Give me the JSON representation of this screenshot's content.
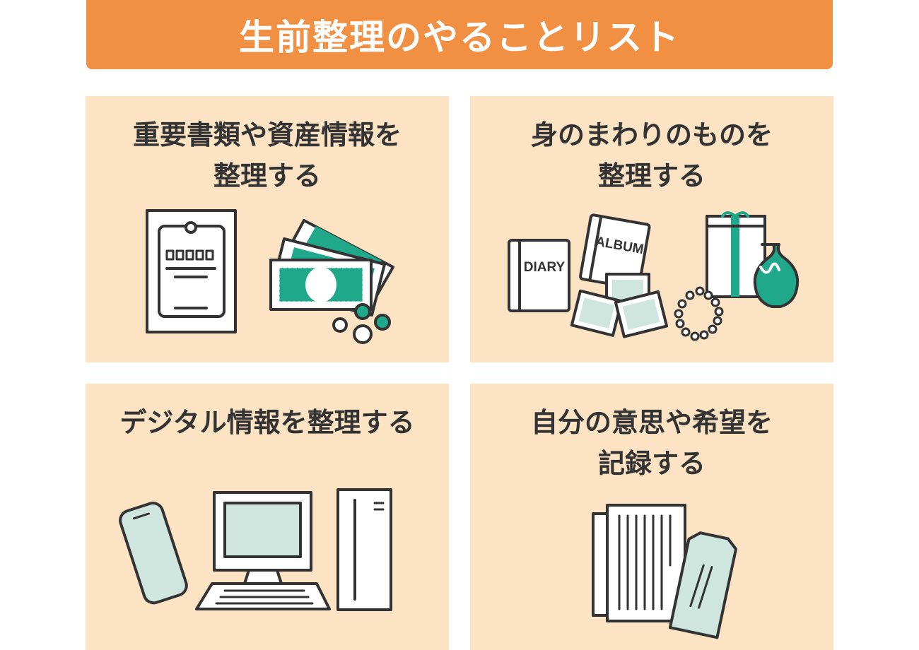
{
  "header": {
    "title": "生前整理のやることリスト"
  },
  "colors": {
    "header": "#F18F43",
    "card": "#FBE3C3",
    "accent": "#1FA88A",
    "light": "#CFE6DE",
    "stroke": "#333333"
  },
  "cards": [
    {
      "lines": [
        "重要書類や資産情報を",
        "整理する"
      ],
      "tablet_digits": "00000",
      "icons": [
        "document-tablet-icon",
        "banknotes-icon",
        "coins-icon"
      ]
    },
    {
      "lines": [
        "身のまわりのものを",
        "整理する"
      ],
      "diary_label": "DIARY",
      "album_label": "ALBUM",
      "icons": [
        "diary-icon",
        "album-icon",
        "photos-icon",
        "gift-box-icon",
        "vase-icon",
        "bead-bracelet-icon"
      ]
    },
    {
      "lines": [
        "デジタル情報を整理する"
      ],
      "icons": [
        "smartphone-icon",
        "monitor-icon",
        "keyboard-icon",
        "pc-tower-icon"
      ]
    },
    {
      "lines": [
        "自分の意思や希望を",
        "記録する"
      ],
      "icons": [
        "letter-paper-icon",
        "envelope-icon"
      ]
    }
  ]
}
